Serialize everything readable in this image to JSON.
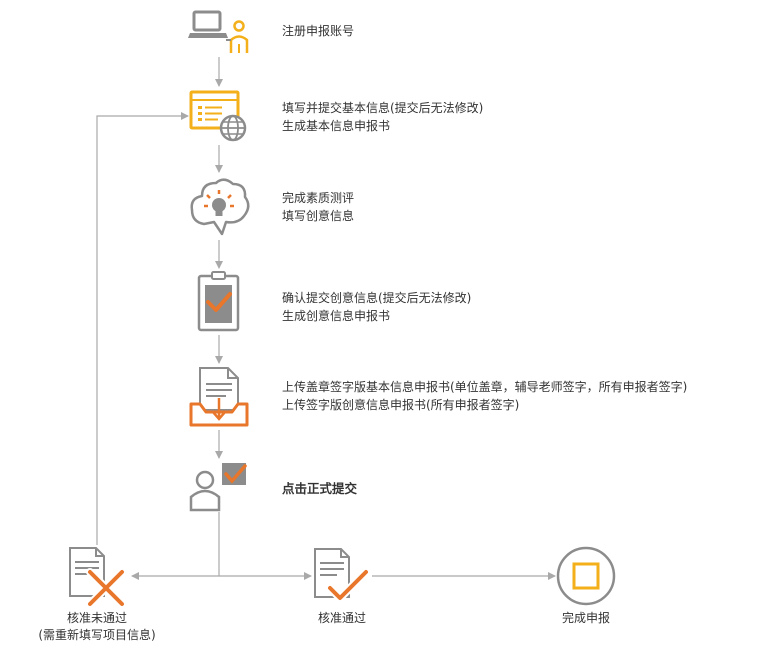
{
  "steps": [
    {
      "icon": "laptop-user-icon",
      "lines": [
        "注册申报账号"
      ]
    },
    {
      "icon": "web-form-icon",
      "lines": [
        "填写并提交基本信息(提交后无法修改)",
        "生成基本信息申报书"
      ]
    },
    {
      "icon": "idea-cloud-icon",
      "lines": [
        "完成素质测评",
        "填写创意信息"
      ]
    },
    {
      "icon": "clipboard-check-icon",
      "lines": [
        "确认提交创意信息(提交后无法修改)",
        "生成创意信息申报书"
      ]
    },
    {
      "icon": "document-upload-tray-icon",
      "lines": [
        "上传盖章签字版基本信息申报书(单位盖章，辅导老师签字，所有申报者签字)",
        "上传签字版创意信息申报书(所有申报者签字)"
      ]
    },
    {
      "icon": "person-check-icon",
      "lines": [
        "点击正式提交"
      ]
    }
  ],
  "outcomes": {
    "rejected": {
      "icon": "document-cross-icon",
      "lines": [
        "核准未通过",
        "(需重新填写项目信息)"
      ]
    },
    "approved": {
      "icon": "document-check-icon",
      "lines": [
        "核准通过"
      ]
    },
    "done": {
      "icon": "complete-circle-icon",
      "lines": [
        "完成申报"
      ]
    }
  },
  "colors": {
    "accent": "#e8762b",
    "yellow": "#f3b01b",
    "gray": "#8c8c8c",
    "line": "#a9a9a9"
  }
}
